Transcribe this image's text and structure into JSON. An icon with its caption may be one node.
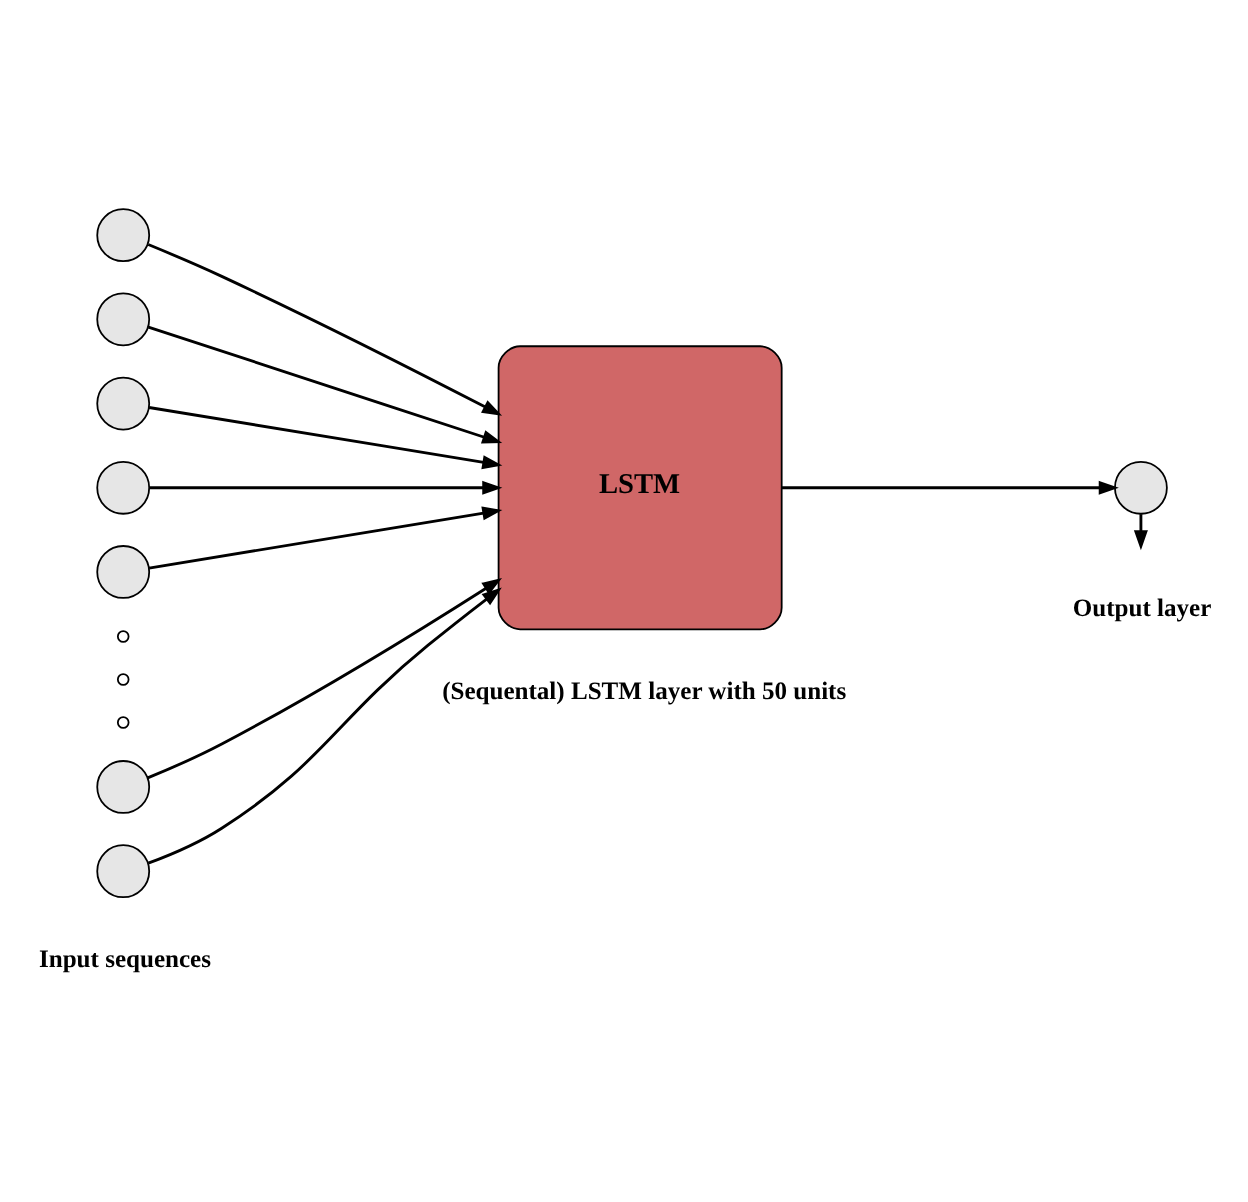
{
  "diagram": {
    "nodes": [
      {
        "text": [],
        "shape": "circle"
      },
      {
        "text": [],
        "shape": "circle"
      },
      {
        "text": [],
        "shape": "circle"
      },
      {
        "text": [],
        "shape": "circle"
      },
      {
        "text": [],
        "shape": "circle"
      },
      {
        "text": [],
        "shape": "circle"
      },
      {
        "text": [],
        "shape": "circle"
      },
      {
        "text": [
          "LSTM"
        ],
        "beside": [
          "(Sequental) LSTM layer with 50 units"
        ]
      },
      {
        "text": [],
        "shape": "circle",
        "beside": [
          "Output layer"
        ]
      }
    ],
    "edges": [
      {
        "from": 0,
        "to": 7,
        "arrow": "to"
      },
      {
        "from": 1,
        "to": 7,
        "arrow": "to"
      },
      {
        "from": 2,
        "to": 7,
        "arrow": "to"
      },
      {
        "from": 3,
        "to": 7,
        "arrow": "to"
      },
      {
        "from": 4,
        "to": 7,
        "arrow": "to"
      },
      {
        "from": 5,
        "to": 7,
        "arrow": "to"
      },
      {
        "from": 6,
        "to": 7,
        "arrow": "to"
      },
      {
        "from": 7,
        "to": 8,
        "arrow": "to"
      },
      {
        "from": 8,
        "to": null,
        "arrow": "to"
      }
    ],
    "labels": [
      "Input sequences"
    ]
  }
}
